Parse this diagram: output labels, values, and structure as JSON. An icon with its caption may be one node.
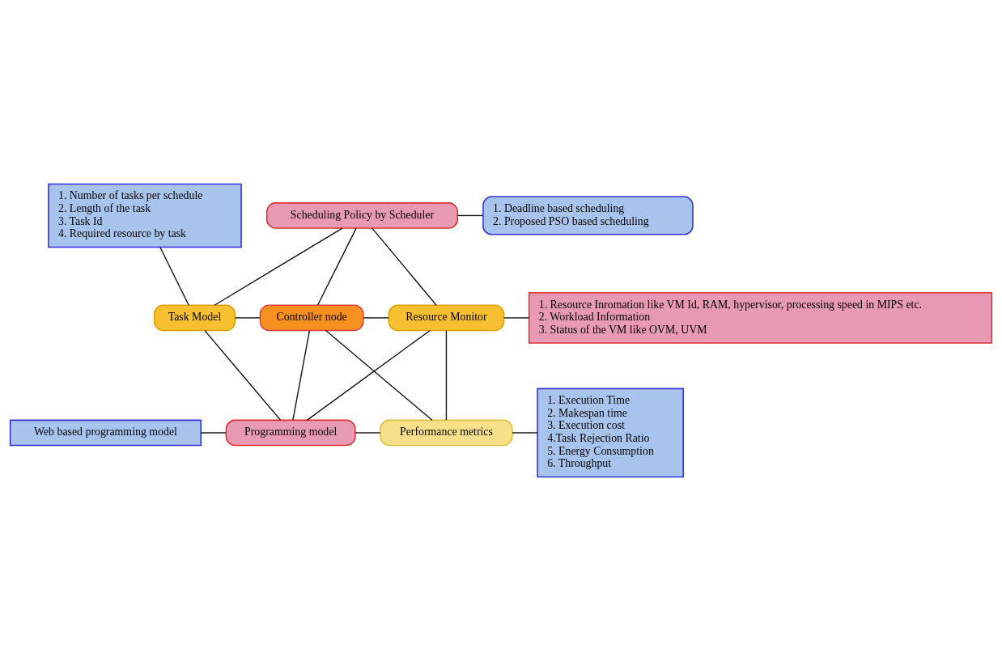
{
  "diagram": {
    "nodes": [
      {
        "text": [
          "1. Number of tasks per schedule",
          "2. Length of the task",
          "3. Task Id",
          "4. Required resource by task"
        ]
      },
      {
        "text": [
          "Scheduling Policy by Scheduler"
        ]
      },
      {
        "text": [
          "1. Deadline based scheduling",
          "2. Proposed PSO based scheduling"
        ]
      },
      {
        "text": [
          "Task Model"
        ]
      },
      {
        "text": [
          "Controller node"
        ]
      },
      {
        "text": [
          "Resource Monitor"
        ]
      },
      {
        "text": [
          "1. Resource Inromation like VM Id, RAM, hypervisor, processing speed in MIPS etc.",
          "2. Workload Information",
          "3. Status of the VM like OVM, UVM"
        ]
      },
      {
        "text": [
          "Web based programming model"
        ]
      },
      {
        "text": [
          "Programming model"
        ]
      },
      {
        "text": [
          "Performance metrics"
        ]
      },
      {
        "text": [
          "1. Execution Time",
          "2. Makespan time",
          "3. Execution cost",
          "4.Task Rejection Ratio",
          "5. Energy Consumption",
          "6. Throughput"
        ]
      }
    ],
    "edges": [
      {
        "from": 0,
        "to": 3,
        "arrow": "none"
      },
      {
        "from": 1,
        "to": 2,
        "arrow": "none"
      },
      {
        "from": 1,
        "to": 3,
        "arrow": "none"
      },
      {
        "from": 1,
        "to": 4,
        "arrow": "none"
      },
      {
        "from": 1,
        "to": 5,
        "arrow": "none"
      },
      {
        "from": 3,
        "to": 4,
        "arrow": "none"
      },
      {
        "from": 3,
        "to": 8,
        "arrow": "none"
      },
      {
        "from": 4,
        "to": 5,
        "arrow": "none"
      },
      {
        "from": 4,
        "to": 8,
        "arrow": "none"
      },
      {
        "from": 4,
        "to": 9,
        "arrow": "none"
      },
      {
        "from": 5,
        "to": 8,
        "arrow": "none"
      },
      {
        "from": 5,
        "to": 9,
        "arrow": "none"
      },
      {
        "from": 5,
        "to": 6,
        "arrow": "none"
      },
      {
        "from": 7,
        "to": 8,
        "arrow": "none"
      },
      {
        "from": 8,
        "to": 9,
        "arrow": "none"
      },
      {
        "from": 9,
        "to": 10,
        "arrow": "none"
      }
    ]
  }
}
